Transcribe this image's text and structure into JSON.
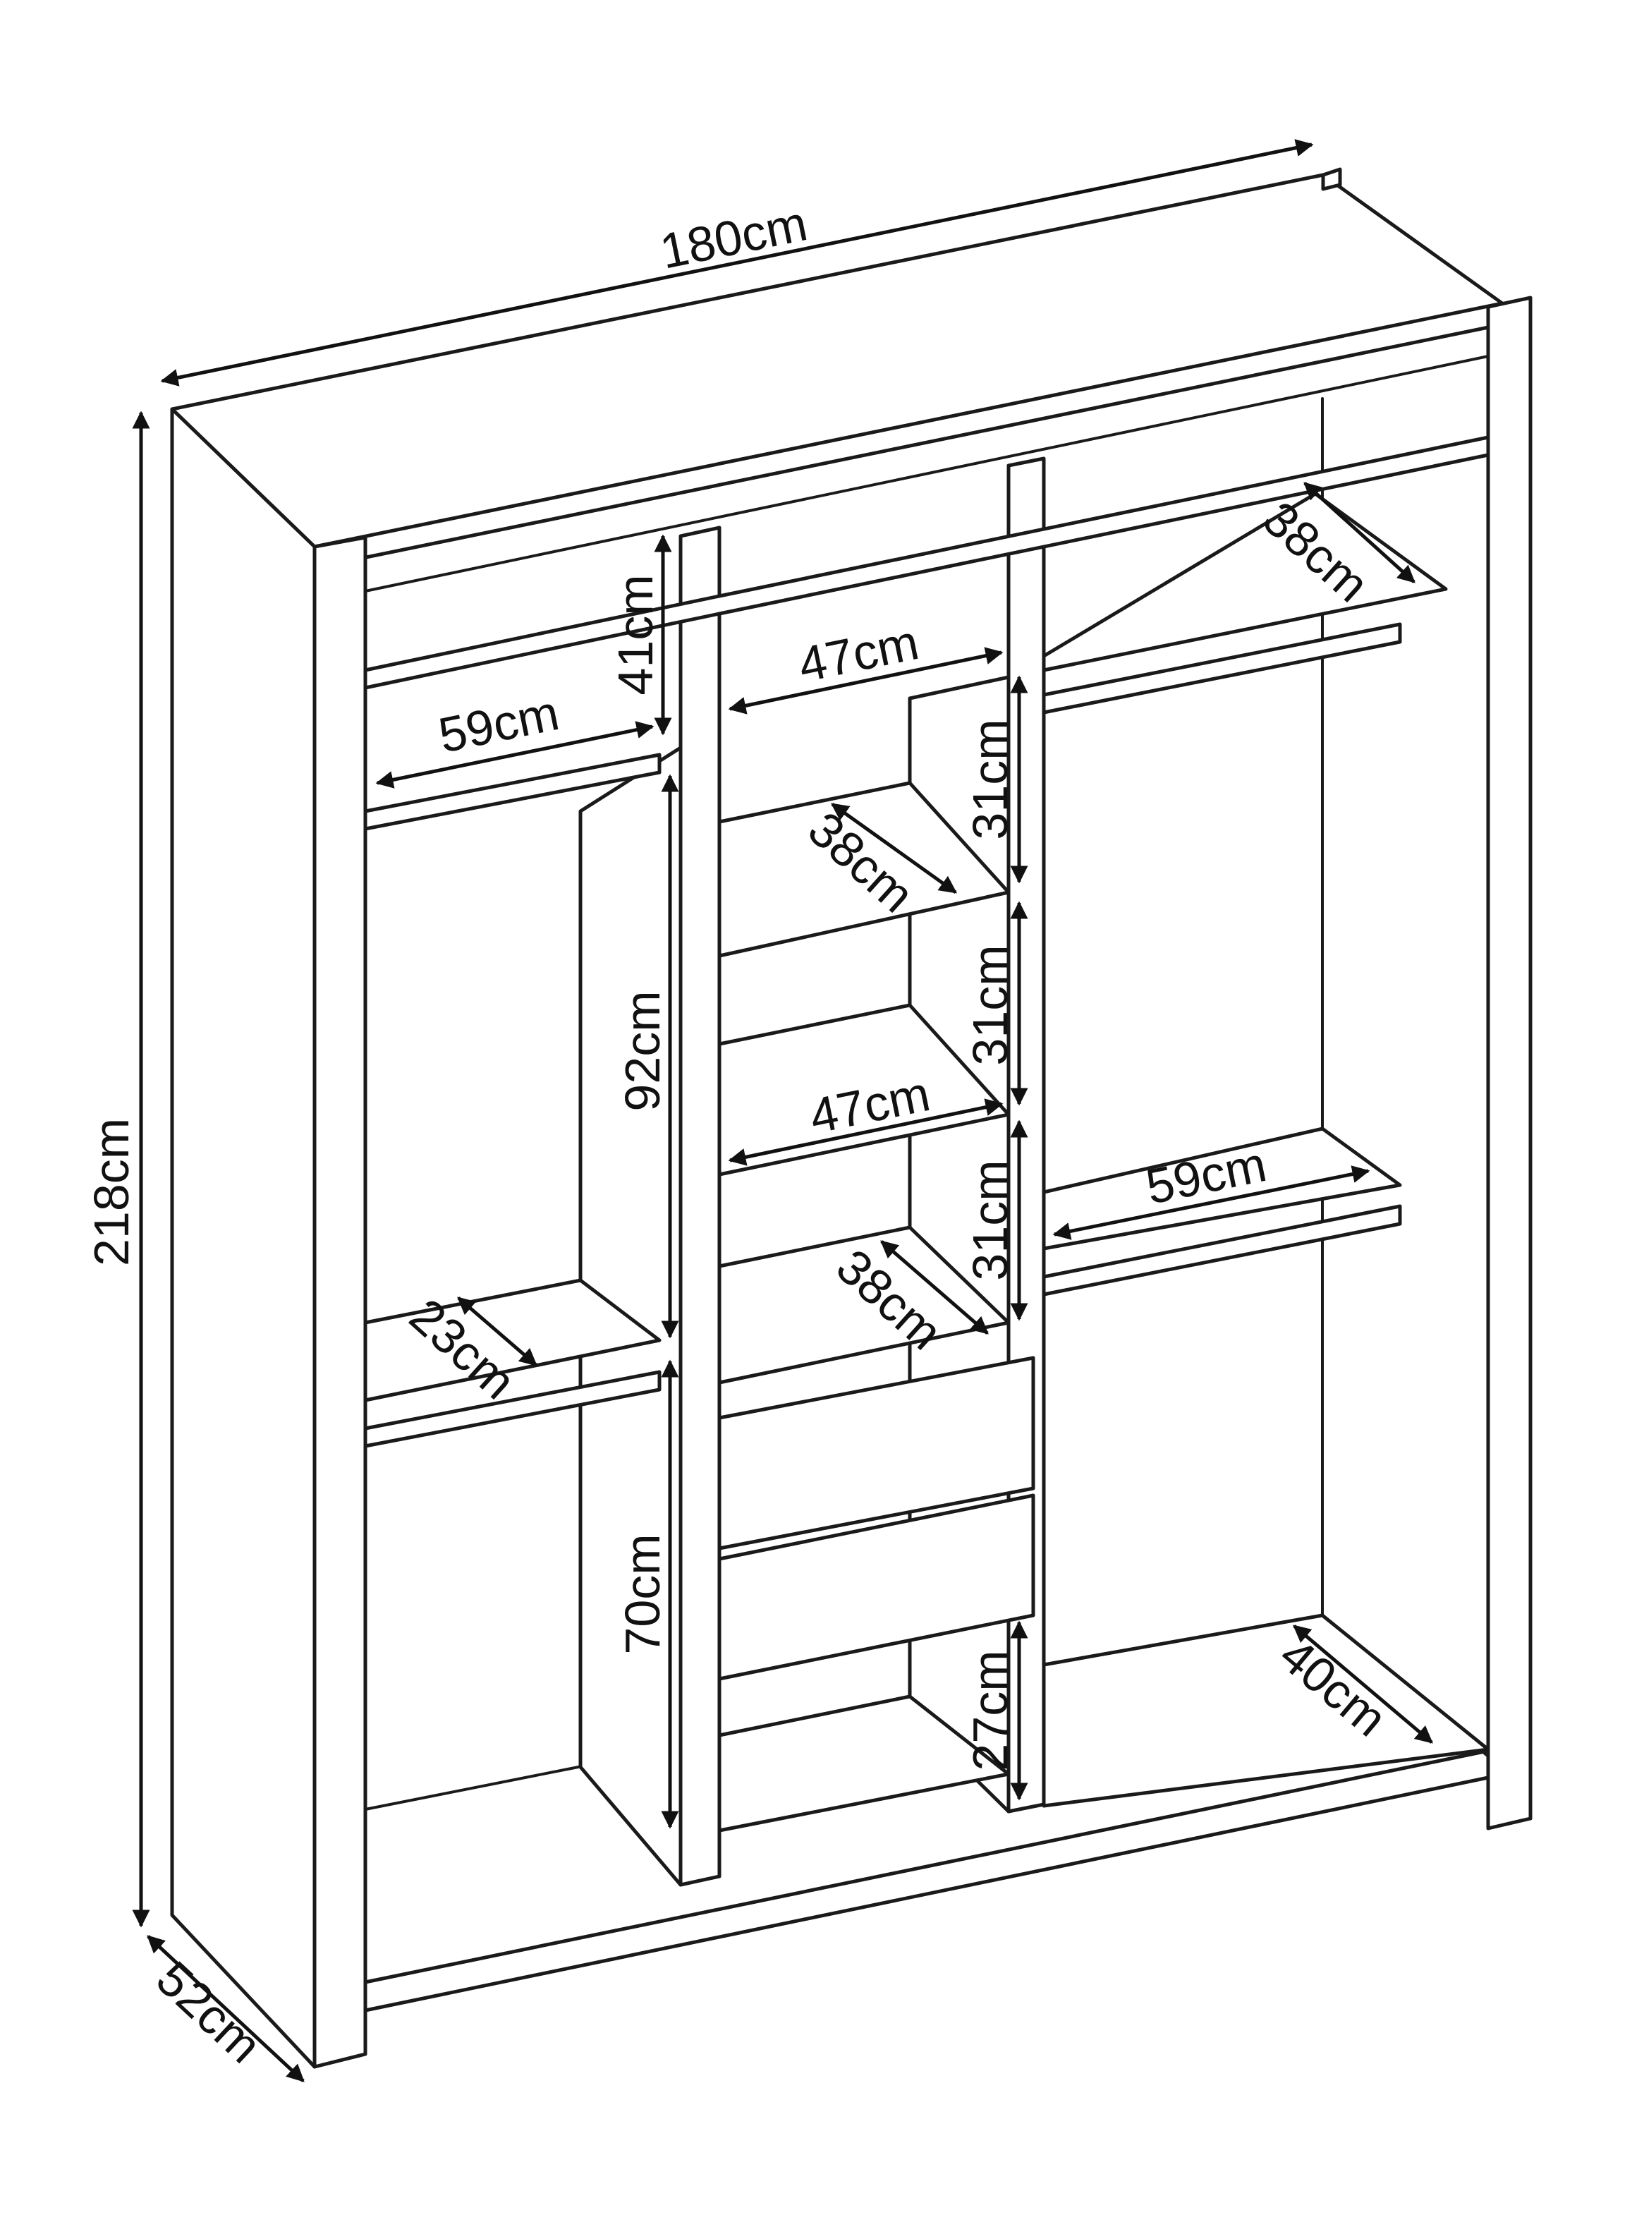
{
  "dimensions": {
    "width_total": "180cm",
    "height_total": "218cm",
    "depth_total": "52cm",
    "left_top_shelf_width": "59cm",
    "left_top_shelf_height": "41cm",
    "middle_top_width": "47cm",
    "right_top_shelf_depth": "38cm",
    "left_hanging_height": "92cm",
    "left_lower_hanging_height": "70cm",
    "left_small_shelf_depth": "23cm",
    "middle_shelf_1_depth": "38cm",
    "middle_shelf_1_height": "31cm",
    "middle_shelf_2_height": "31cm",
    "middle_shelf_2_width": "47cm",
    "middle_shelf_3_height": "31cm",
    "middle_shelf_3_depth": "38cm",
    "right_middle_shelf_width": "59cm",
    "middle_bottom_height": "27cm",
    "right_bottom_depth": "40cm"
  }
}
